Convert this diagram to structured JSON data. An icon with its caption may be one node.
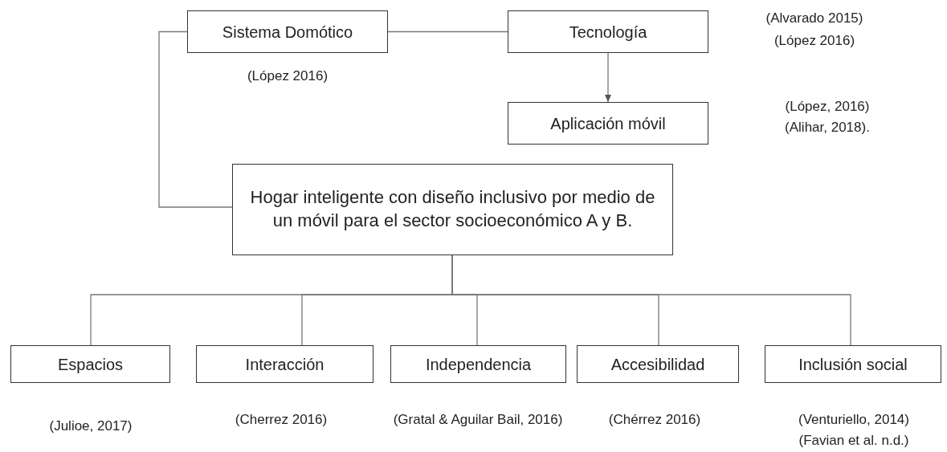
{
  "diagram": {
    "nodes": [
      {
        "text": [
          "Sistema Domótico"
        ],
        "beside": [
          "(López 2016)"
        ]
      },
      {
        "text": [
          "Tecnología"
        ],
        "beside": [
          "(Alvarado 2015)",
          "(López 2016)"
        ]
      },
      {
        "text": [
          "Aplicación móvil"
        ],
        "beside": [
          "(López, 2016)",
          "(Alihar, 2018)."
        ]
      },
      {
        "text": [
          "Hogar inteligente con diseño inclusivo por medio de un móvil para el sector socioeconómico A y B."
        ]
      },
      {
        "text": [
          "Espacios"
        ],
        "beside": [
          "(Julioe, 2017)"
        ]
      },
      {
        "text": [
          "Interacción"
        ],
        "beside": [
          "(Cherrez 2016)"
        ]
      },
      {
        "text": [
          "Independencia"
        ],
        "beside": [
          "(Gratal & Aguilar Bail, 2016)"
        ]
      },
      {
        "text": [
          "Accesibilidad"
        ],
        "beside": [
          "(Chérrez 2016)"
        ]
      },
      {
        "text": [
          "Inclusión social"
        ],
        "beside": [
          "(Venturiello, 2014)",
          "(Favian et al. n.d.)"
        ]
      }
    ],
    "edges": [
      {
        "from": 0,
        "to": 1,
        "arrow": "none"
      },
      {
        "from": 1,
        "to": 2,
        "arrow": "to"
      },
      {
        "from": 0,
        "to": 3,
        "arrow": "none"
      },
      {
        "from": 3,
        "to": 4,
        "arrow": "none"
      },
      {
        "from": 3,
        "to": 5,
        "arrow": "none"
      },
      {
        "from": 3,
        "to": 6,
        "arrow": "none"
      },
      {
        "from": 3,
        "to": 7,
        "arrow": "none"
      },
      {
        "from": 3,
        "to": 8,
        "arrow": "none"
      }
    ]
  }
}
